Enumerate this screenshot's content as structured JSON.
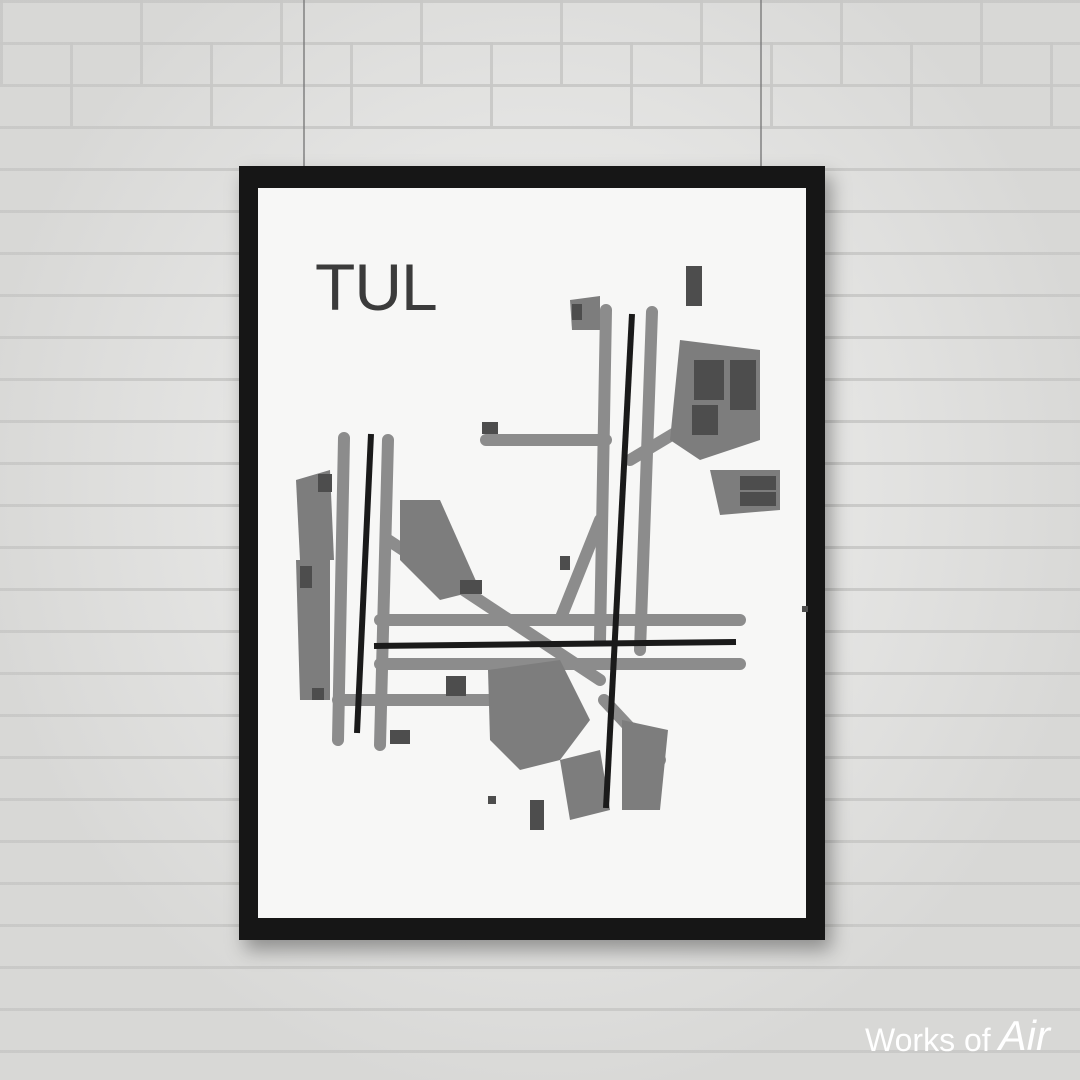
{
  "poster": {
    "title": "TUL",
    "colors": {
      "runway": "#1a1a1a",
      "taxiway": "#8a8a8a",
      "apron": "#7e7e7e",
      "building": "#505050",
      "paper": "#f7f7f6",
      "frame": "#161616"
    }
  },
  "brand": {
    "name": "Works of",
    "name_accent": "Air",
    "icon": "airplane-icon"
  }
}
